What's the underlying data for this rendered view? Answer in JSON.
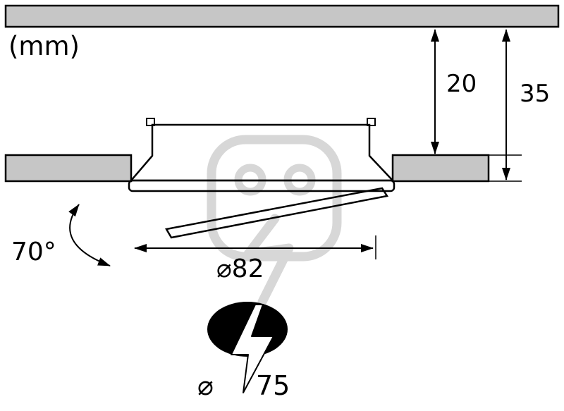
{
  "diagram": {
    "unit_label": "(mm)",
    "dimensions": {
      "recess_depth": "20",
      "total_height": "35",
      "tilt_angle": "70°",
      "outer_diameter": "⌀82",
      "cutout_prefix": "⌀",
      "cutout_value": "75"
    },
    "colors": {
      "ceiling_fill": "#c6c6c6",
      "outline": "#000000",
      "watermark": "#d7d7d7",
      "cutout_fill": "#000000"
    },
    "icons": {
      "watermark": "plug-socket-watermark-icon",
      "cutout": "lightning-bolt-icon"
    }
  }
}
